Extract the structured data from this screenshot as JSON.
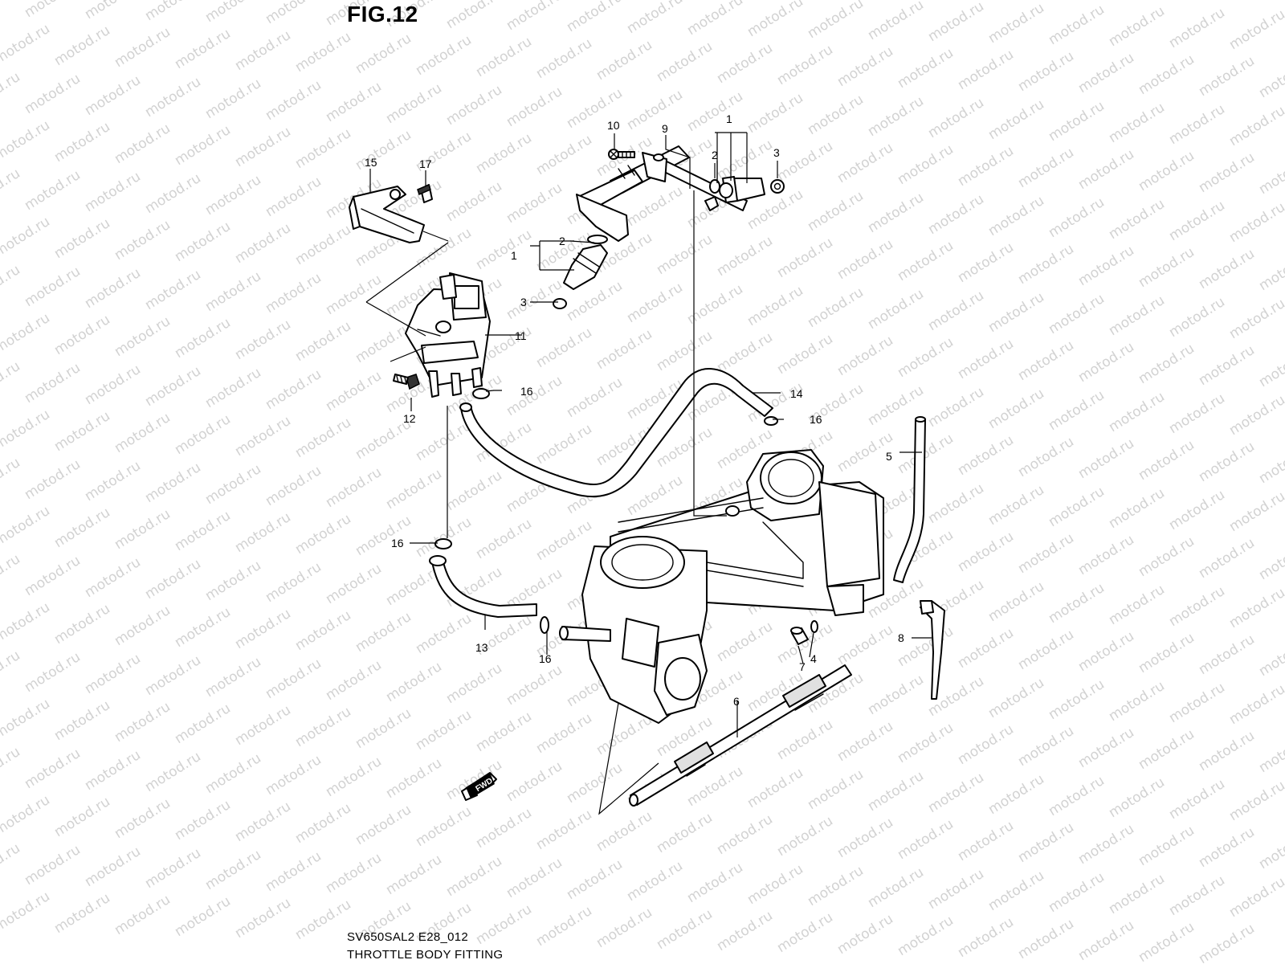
{
  "figure": {
    "title": "FIG.12",
    "model_code": "SV650SAL2 E28_012",
    "section_title": "THROTTLE BODY FITTING",
    "watermark": "motod.ru",
    "fwd_label": "FWD"
  },
  "callouts": [
    {
      "id": "callout-1-right",
      "number": "1"
    },
    {
      "id": "callout-2-right",
      "number": "2"
    },
    {
      "id": "callout-3-right",
      "number": "3"
    },
    {
      "id": "callout-9",
      "number": "9"
    },
    {
      "id": "callout-10",
      "number": "10"
    },
    {
      "id": "callout-15",
      "number": "15"
    },
    {
      "id": "callout-17",
      "number": "17"
    },
    {
      "id": "callout-1-left",
      "number": "1"
    },
    {
      "id": "callout-2-left",
      "number": "2"
    },
    {
      "id": "callout-3-left",
      "number": "3"
    },
    {
      "id": "callout-11",
      "number": "11"
    },
    {
      "id": "callout-12",
      "number": "12"
    },
    {
      "id": "callout-16-a",
      "number": "16"
    },
    {
      "id": "callout-14",
      "number": "14"
    },
    {
      "id": "callout-16-b",
      "number": "16"
    },
    {
      "id": "callout-5",
      "number": "5"
    },
    {
      "id": "callout-16-c",
      "number": "16"
    },
    {
      "id": "callout-13",
      "number": "13"
    },
    {
      "id": "callout-16-d",
      "number": "16"
    },
    {
      "id": "callout-8",
      "number": "8"
    },
    {
      "id": "callout-7",
      "number": "7"
    },
    {
      "id": "callout-4",
      "number": "4"
    },
    {
      "id": "callout-6",
      "number": "6"
    }
  ]
}
